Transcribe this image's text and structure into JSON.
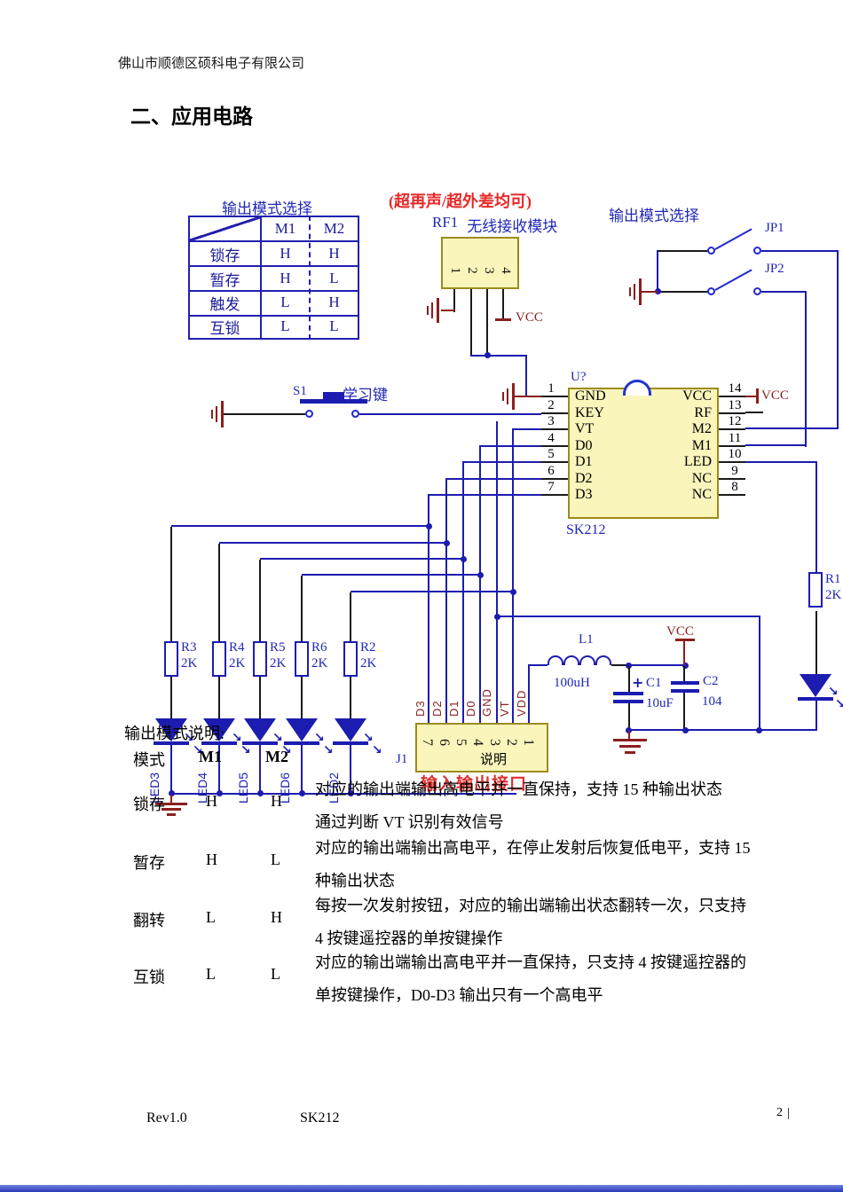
{
  "header": {
    "company": "佛山市顺德区硕科电子有限公司",
    "section_title": "二、应用电路"
  },
  "colors": {
    "schematic_blue": "#1c1cb0",
    "power_dark_red": "#8b1f1f",
    "annotation_red": "#e82828",
    "component_yellow": "#f9f5bb"
  },
  "schematic": {
    "mode_table": {
      "title": "输出模式选择",
      "col1": "M1",
      "col2": "M2",
      "rows": [
        {
          "label": "锁存",
          "m1": "H",
          "m2": "H"
        },
        {
          "label": "暂存",
          "m1": "H",
          "m2": "L"
        },
        {
          "label": "触发",
          "m1": "L",
          "m2": "H"
        },
        {
          "label": "互锁",
          "m1": "L",
          "m2": "L"
        }
      ]
    },
    "annotation": "(超再声/超外差均可)",
    "rf_module": {
      "ref": "RF1",
      "name": "无线接收模块",
      "pins": [
        "1",
        "2",
        "3",
        "4"
      ]
    },
    "jumper_section": {
      "title": "输出模式选择",
      "jp1": "JP1",
      "jp2": "JP2"
    },
    "learn_key": {
      "ref": "S1",
      "label": "学习键"
    },
    "vcc_label": "VCC",
    "ic": {
      "ref": "U?",
      "part": "SK212",
      "left_pins": [
        {
          "num": "1",
          "name": "GND"
        },
        {
          "num": "2",
          "name": "KEY"
        },
        {
          "num": "3",
          "name": "VT"
        },
        {
          "num": "4",
          "name": "D0"
        },
        {
          "num": "5",
          "name": "D1"
        },
        {
          "num": "6",
          "name": "D2"
        },
        {
          "num": "7",
          "name": "D3"
        }
      ],
      "right_pins": [
        {
          "num": "14",
          "name": "VCC"
        },
        {
          "num": "13",
          "name": "RF"
        },
        {
          "num": "12",
          "name": "M2"
        },
        {
          "num": "11",
          "name": "M1"
        },
        {
          "num": "10",
          "name": "LED"
        },
        {
          "num": "9",
          "name": "NC"
        },
        {
          "num": "8",
          "name": "NC"
        }
      ]
    },
    "resistors": [
      {
        "ref": "R3",
        "value": "2K"
      },
      {
        "ref": "R4",
        "value": "2K"
      },
      {
        "ref": "R5",
        "value": "2K"
      },
      {
        "ref": "R6",
        "value": "2K"
      },
      {
        "ref": "R2",
        "value": "2K"
      },
      {
        "ref": "R1",
        "value": "2K"
      }
    ],
    "leds": [
      "LED3",
      "LED4",
      "LED5",
      "LED6",
      "LED2"
    ],
    "inductor": {
      "ref": "L1",
      "value": "100uH"
    },
    "capacitors": [
      {
        "ref": "C1",
        "value": "10uF"
      },
      {
        "ref": "C2",
        "value": "104"
      }
    ],
    "connector": {
      "ref": "J1",
      "pins": [
        "7",
        "6",
        "5",
        "4",
        "3",
        "2",
        "1"
      ],
      "wire_labels": [
        "D3",
        "D2",
        "D1",
        "D0",
        "GND",
        "VT",
        "VDD"
      ],
      "note": "说明",
      "red_label": "输入输出接口"
    }
  },
  "mode_description": {
    "title": "输出模式说明:",
    "headers": {
      "mode": "模式",
      "m1": "M1",
      "m2": "M2"
    },
    "rows": [
      {
        "mode": "锁存",
        "m1": "H",
        "m2": "H",
        "lines": [
          "对应的输出端输出高电平并一直保持，支持 15 种输出状态",
          "通过判断 VT 识别有效信号"
        ]
      },
      {
        "mode": "暂存",
        "m1": "H",
        "m2": "L",
        "lines": [
          "对应的输出端输出高电平，在停止发射后恢复低电平，支持 15",
          "种输出状态"
        ]
      },
      {
        "mode": "翻转",
        "m1": "L",
        "m2": "H",
        "lines": [
          "每按一次发射按钮，对应的输出端输出状态翻转一次，只支持",
          "4 按键遥控器的单按键操作"
        ]
      },
      {
        "mode": "互锁",
        "m1": "L",
        "m2": "L",
        "lines": [
          "对应的输出端输出高电平并一直保持，只支持 4 按键遥控器的",
          "单按键操作，D0-D3 输出只有一个高电平"
        ]
      }
    ]
  },
  "footer": {
    "rev": "Rev1.0",
    "part": "SK212",
    "page": "2"
  }
}
